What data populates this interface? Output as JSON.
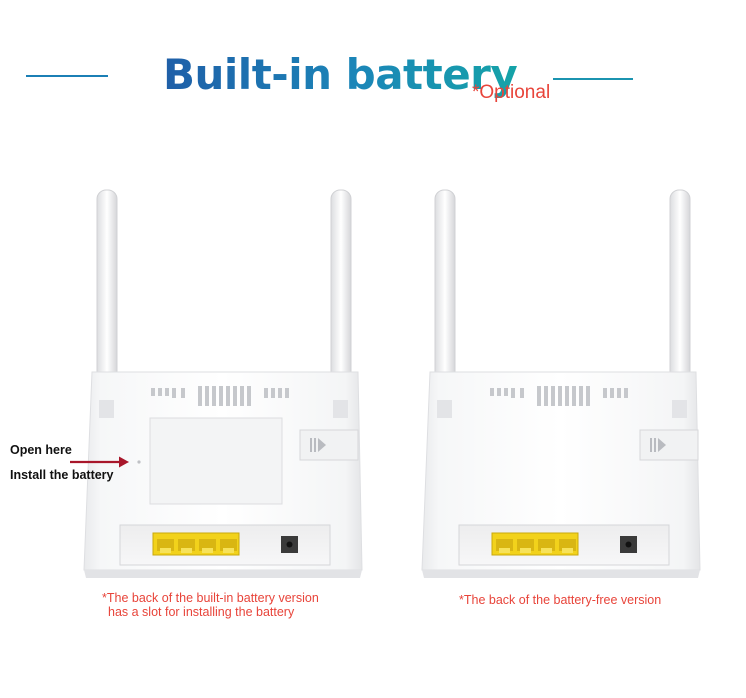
{
  "header": {
    "title": "Built-in battery",
    "note": "*Optional",
    "accent_color": "#1b86b8"
  },
  "left_product": {
    "label_open": "Open here",
    "label_install": "Install the battery",
    "caption_line1": "*The back of the built-in battery version",
    "caption_line2": "has a slot for installing the battery"
  },
  "right_product": {
    "caption": "*The back of the battery-free version"
  },
  "colors": {
    "caption_red": "#e8443a",
    "arrow_red": "#a8162a",
    "port_yellow": "#f2d21b"
  }
}
